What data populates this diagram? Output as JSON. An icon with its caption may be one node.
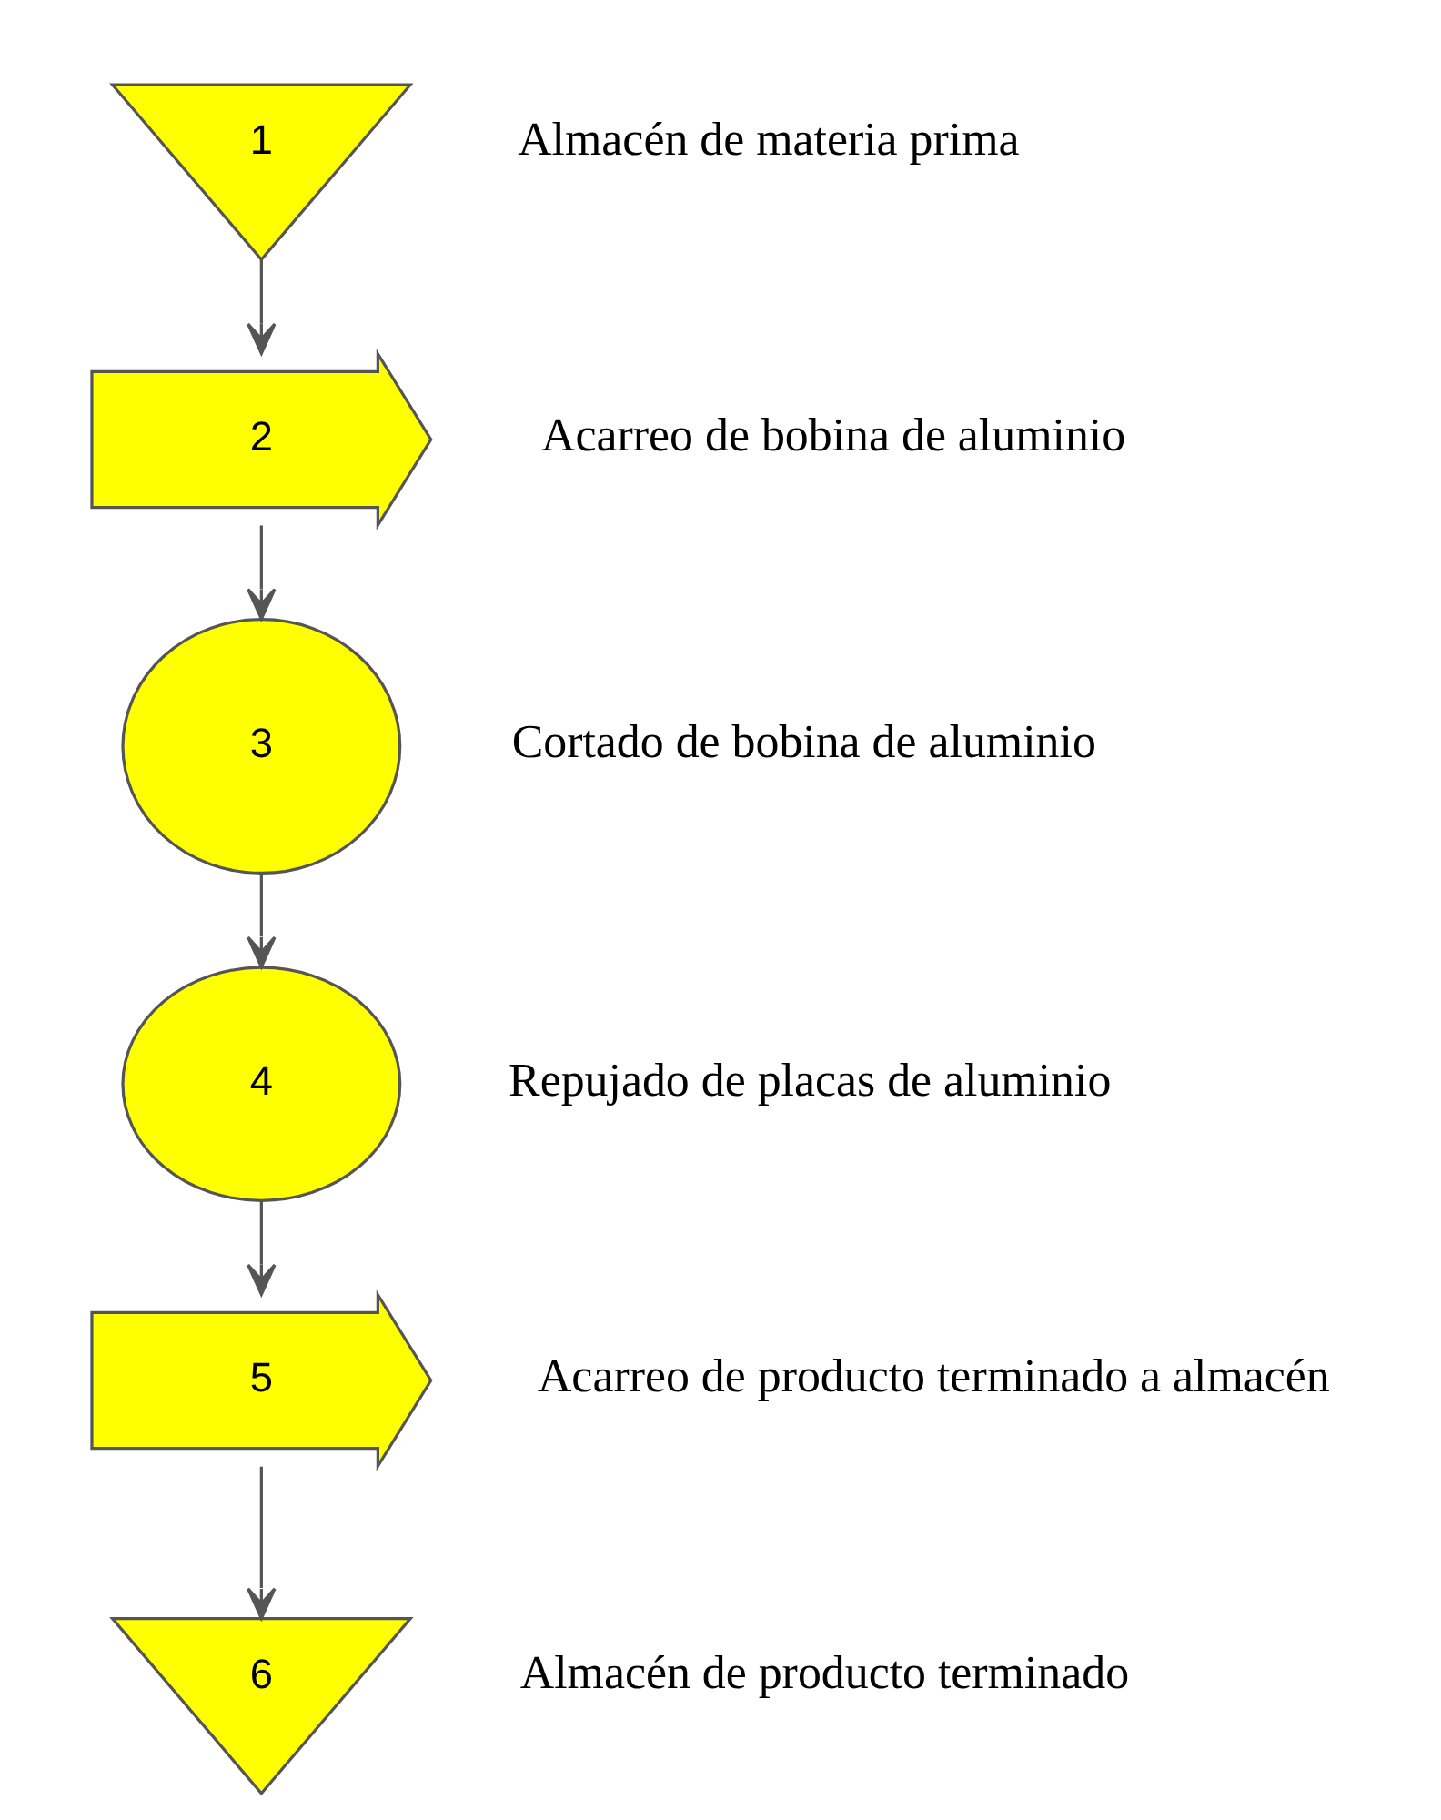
{
  "diagram": {
    "nodes": [
      {
        "text": [
          "1"
        ],
        "beside": [
          "Almacén de materia prima"
        ]
      },
      {
        "text": [
          "2"
        ],
        "beside": [
          "Acarreo de bobina de aluminio"
        ]
      },
      {
        "text": [
          "3"
        ],
        "beside": [
          "Cortado de bobina de aluminio"
        ]
      },
      {
        "text": [
          "4"
        ],
        "beside": [
          "Repujado de placas de aluminio"
        ]
      },
      {
        "text": [
          "5"
        ],
        "beside": [
          "Acarreo de producto terminado a almacén"
        ]
      },
      {
        "text": [
          "6"
        ],
        "beside": [
          "Almacén de producto terminado"
        ]
      }
    ],
    "edges": [
      {
        "from": 0,
        "to": 1,
        "arrow": "to"
      },
      {
        "from": 1,
        "to": 2,
        "arrow": "to"
      },
      {
        "from": 2,
        "to": 3,
        "arrow": "to"
      },
      {
        "from": 3,
        "to": 4,
        "arrow": "to"
      },
      {
        "from": 4,
        "to": 5,
        "arrow": "to"
      }
    ]
  }
}
